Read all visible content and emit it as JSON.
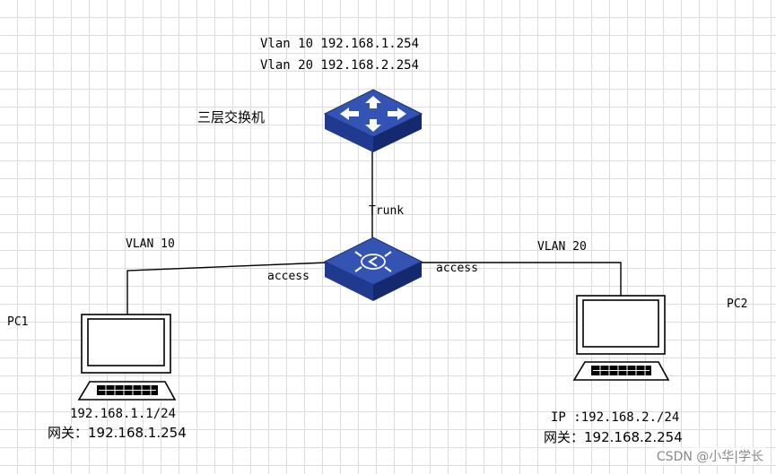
{
  "router": {
    "vlan10_addr": "Vlan 10 192.168.1.254",
    "vlan20_addr": "Vlan 20 192.168.2.254",
    "label": "三层交换机"
  },
  "links": {
    "trunk": "Trunk",
    "access_left": "access",
    "access_right": "access"
  },
  "vlans": {
    "left": "VLAN 10",
    "right": "VLAN 20"
  },
  "pc1": {
    "name": "PC1",
    "ip": "192.168.1.1/24",
    "gateway": "网关：192.168.1.254"
  },
  "pc2": {
    "name": "PC2",
    "ip": "IP :192.168.2./24",
    "gateway": "网关：192.168.2.254"
  },
  "watermark": "CSDN @小华|学长",
  "colors": {
    "device_top": "#2f4fa8",
    "device_side": "#1c2f78",
    "line": "#000000"
  }
}
